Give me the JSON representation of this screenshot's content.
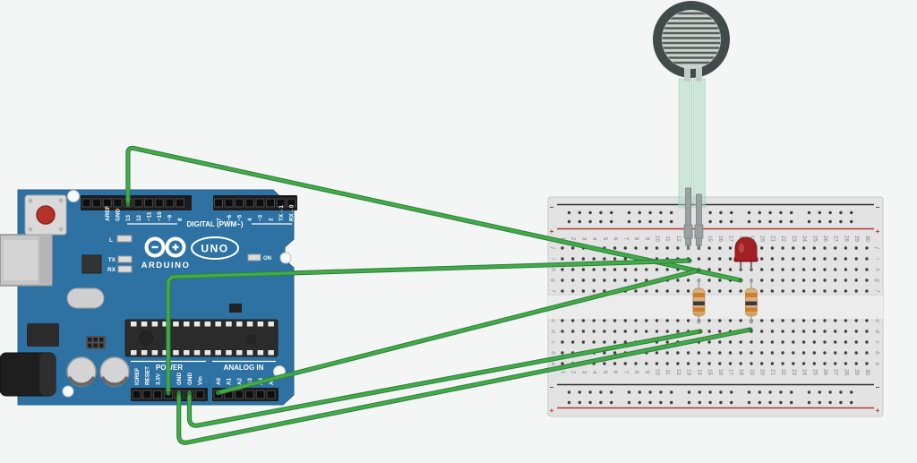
{
  "scene": {
    "background": "#f4f6f6"
  },
  "arduino": {
    "board_color": "#2d72a2",
    "brand": "ARDUINO",
    "model": "UNO",
    "digital_header_label": "DIGITAL (PWM~)",
    "power_header_label": "POWER",
    "analog_header_label": "ANALOG IN",
    "on_led_label": "ON",
    "builtin_led_label": "L",
    "tx_led_label": "TX",
    "rx_led_label": "RX",
    "digital_pins_left": [
      "AREF",
      "GND",
      "13",
      "12",
      "~11",
      "~10",
      "~9",
      "8"
    ],
    "digital_pins_right": [
      "7",
      "~6",
      "~5",
      "4",
      "~3",
      "2",
      "TX→1",
      "RX←0"
    ],
    "power_pins": [
      "IOREF",
      "RESET",
      "3.3V",
      "5V",
      "GND",
      "GND",
      "Vin"
    ],
    "analog_pins": [
      "A0",
      "A1",
      "A2",
      "A3",
      "A4",
      "A5"
    ]
  },
  "breadboard": {
    "column_numbers": [
      "1",
      "2",
      "3",
      "4",
      "5",
      "6",
      "7",
      "8",
      "9",
      "10",
      "11",
      "12",
      "13",
      "14",
      "15",
      "16",
      "17",
      "18",
      "19",
      "20",
      "21",
      "22",
      "23",
      "24",
      "25",
      "26",
      "27",
      "28",
      "29",
      "30"
    ],
    "row_letters_top": [
      "j",
      "i",
      "h",
      "g",
      "f"
    ],
    "row_letters_bottom": [
      "e",
      "d",
      "c",
      "b",
      "a"
    ],
    "plus_sign": "+",
    "minus_sign": "−"
  },
  "components": {
    "wire_color": "#43aa4b",
    "wire_outline_color": "#2e7f38",
    "led_color": "#a21f24",
    "resistor_body_color": "#d9b17f",
    "resistor_band_colors": [
      "#cd7f2f",
      "#3a3a3a",
      "#cd7f2f",
      "#c9a75a"
    ],
    "fsr_ring_color": "#414b49",
    "fsr_disc_color": "#ccd3cf",
    "fsr_tail_color": "#aed8c2"
  }
}
